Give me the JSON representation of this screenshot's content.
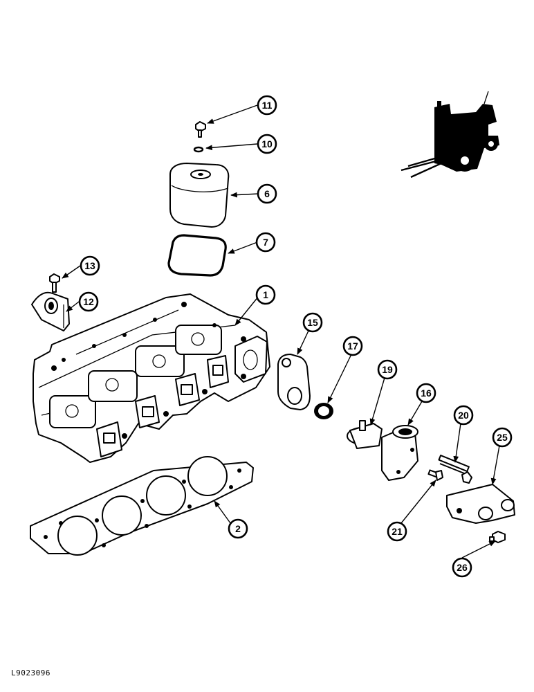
{
  "callouts": [
    {
      "id": "c11",
      "label": "11"
    },
    {
      "id": "c10",
      "label": "10"
    },
    {
      "id": "c6",
      "label": "6"
    },
    {
      "id": "c7",
      "label": "7"
    },
    {
      "id": "c13",
      "label": "13"
    },
    {
      "id": "c12",
      "label": "12"
    },
    {
      "id": "c1",
      "label": "1"
    },
    {
      "id": "c15",
      "label": "15"
    },
    {
      "id": "c17",
      "label": "17"
    },
    {
      "id": "c19",
      "label": "19"
    },
    {
      "id": "c16",
      "label": "16"
    },
    {
      "id": "c20",
      "label": "20"
    },
    {
      "id": "c25",
      "label": "25"
    },
    {
      "id": "c2",
      "label": "2"
    },
    {
      "id": "c21",
      "label": "21"
    },
    {
      "id": "c26",
      "label": "26"
    }
  ],
  "reference_code": "L9023096"
}
